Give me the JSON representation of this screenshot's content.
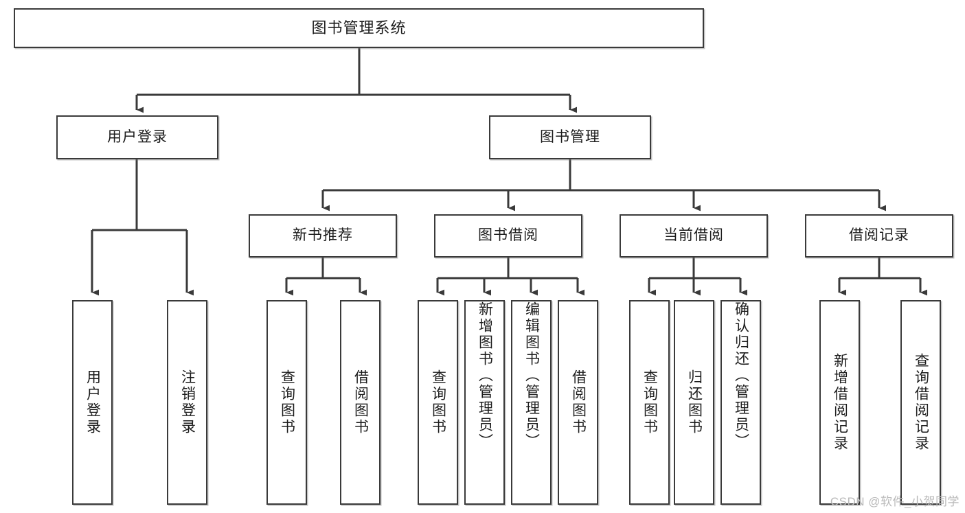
{
  "diagram": {
    "title_node": {
      "label": "图书管理系统"
    },
    "level2": [
      {
        "label": "用户登录"
      },
      {
        "label": "图书管理"
      }
    ],
    "level3": [
      {
        "label": "新书推荐"
      },
      {
        "label": "图书借阅"
      },
      {
        "label": "当前借阅"
      },
      {
        "label": "借阅记录"
      }
    ],
    "leaves": [
      {
        "label": "用户登录"
      },
      {
        "label": "注销登录"
      },
      {
        "label": "查询图书"
      },
      {
        "label": "借阅图书"
      },
      {
        "label": "查询图书"
      },
      {
        "label": "新增图书（管理员）"
      },
      {
        "label": "编辑图书（管理员）"
      },
      {
        "label": "借阅图书"
      },
      {
        "label": "查询图书"
      },
      {
        "label": "归还图书"
      },
      {
        "label": "确认归还（管理员）"
      },
      {
        "label": "新增借阅记录"
      },
      {
        "label": "查询借阅记录"
      }
    ]
  },
  "watermark": {
    "text": "CSDN @软件_小贺同学"
  },
  "colors": {
    "stroke": "#3a3a3a",
    "box_fill": "#ffffff",
    "text": "#1c1c1c",
    "watermark": "#b9b9b9"
  }
}
